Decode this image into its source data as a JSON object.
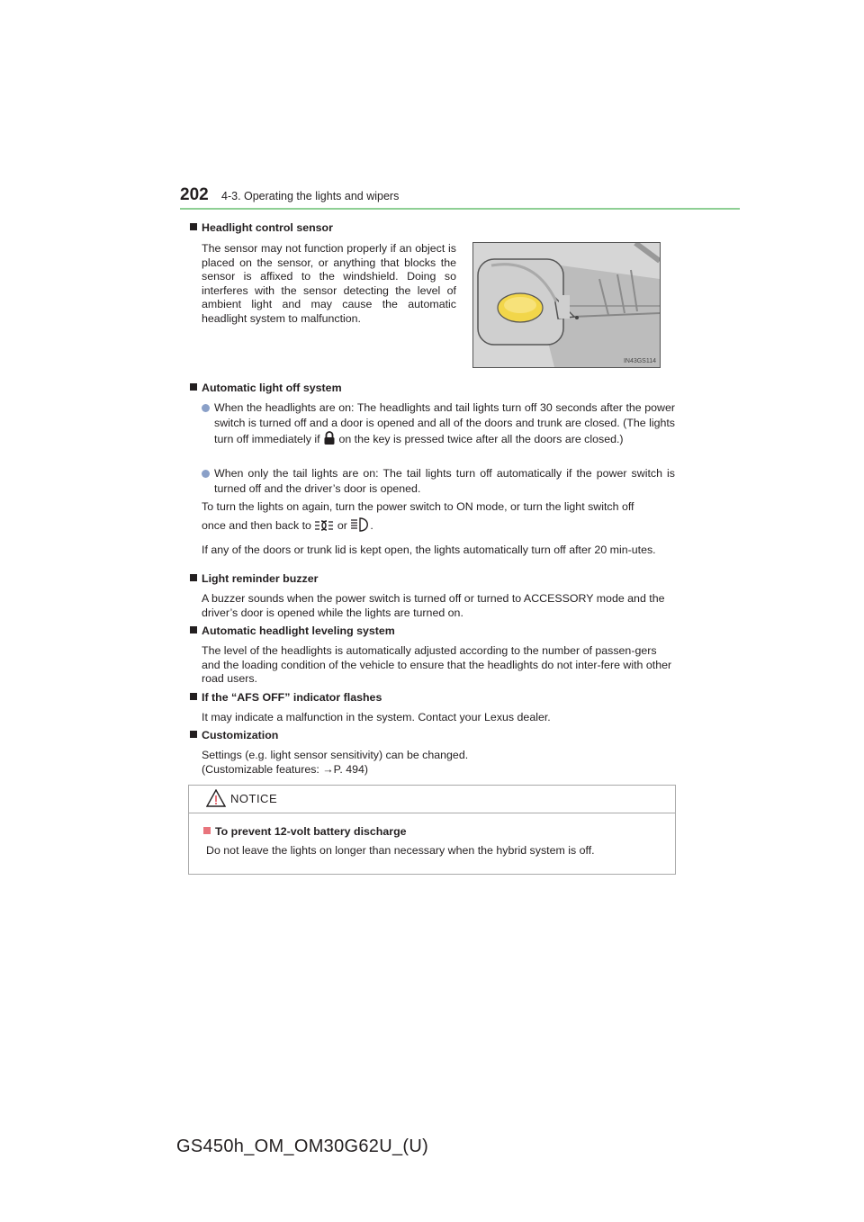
{
  "header": {
    "page_number": "202",
    "section_title": "4-3. Operating the lights and wipers"
  },
  "sections": {
    "sensor": {
      "heading": "Headlight control sensor",
      "text": "The sensor may not function properly if an object is placed on the sensor, or anything that blocks the sensor is affixed to the windshield. Doing so interferes with the sensor detecting the level of ambient light and may cause the automatic headlight system to malfunction.",
      "figure_code": "IN43GS114"
    },
    "auto_off": {
      "heading": "Automatic light off system",
      "bullet1_a": "When the headlights are on: The headlights and tail lights turn off 30 seconds after the power switch is turned off and a door is opened and all of the doors and trunk are closed. (The lights turn off immediately if",
      "bullet1_b": "on the key is pressed twice after all the doors are closed.)",
      "bullet2": "When only the tail lights are on: The tail lights turn off automatically if the power switch is turned off and the driver’s door is opened.",
      "para1_a": "To turn the lights on again, turn the power switch to ON mode, or turn the light switch off",
      "para1_b": "once and then back to",
      "para1_or": "or",
      "para1_end": ".",
      "para2": "If any of the doors or trunk lid is kept open, the lights automatically turn off after 20 min-utes."
    },
    "buzzer": {
      "heading": "Light reminder buzzer",
      "text": "A buzzer sounds when the power switch is turned off or turned to ACCESSORY mode and the driver’s door is opened while the lights are turned on."
    },
    "leveling": {
      "heading": "Automatic headlight leveling system",
      "text": "The level of the headlights is automatically adjusted according to the number of passen-gers and the loading condition of the vehicle to ensure that the headlights do not inter-fere with other road users."
    },
    "afs": {
      "heading": "If the “AFS OFF” indicator flashes",
      "text": "It may indicate a malfunction in the system. Contact your Lexus dealer."
    },
    "custom": {
      "heading": "Customization",
      "line1": "Settings (e.g. light sensor sensitivity) can be changed.",
      "line2": "(Customizable features: →P. 494)"
    }
  },
  "notice": {
    "title": "NOTICE",
    "heading": "To prevent 12-volt battery discharge",
    "text": "Do not leave the lights on longer than necessary when the hybrid system is off."
  },
  "footer": {
    "model_code": "GS450h_OM_OM30G62U_(U)"
  },
  "icons": [
    "lock-icon",
    "tail-light-icon",
    "headlight-icon",
    "warning-triangle-icon"
  ],
  "colors": {
    "header_rule": "#8ecf94",
    "bullet": "#8aa0c8",
    "notice_square": "#e8747c",
    "sensor": "#f2d64a"
  }
}
